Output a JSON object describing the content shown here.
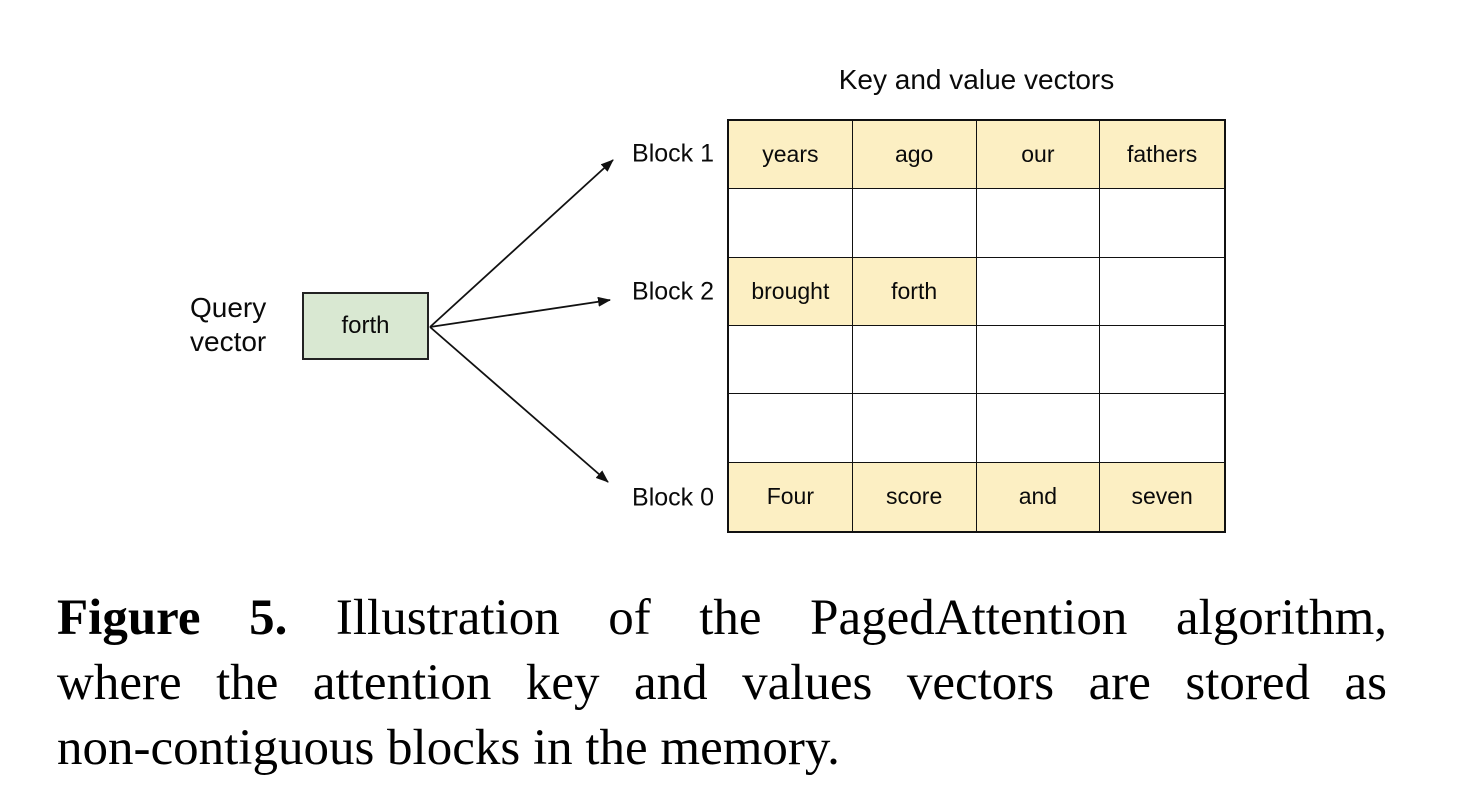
{
  "figure": {
    "title": "Key and value vectors",
    "query": {
      "label_line1": "Query",
      "label_line2": "vector",
      "value": "forth"
    },
    "block_labels": [
      "Block 1",
      "Block 2",
      "Block 0"
    ],
    "grid": {
      "rows": [
        {
          "block": "Block 1",
          "cells": [
            {
              "text": "years",
              "filled": true
            },
            {
              "text": "ago",
              "filled": true
            },
            {
              "text": "our",
              "filled": true
            },
            {
              "text": "fathers",
              "filled": true
            }
          ]
        },
        {
          "block": "",
          "cells": [
            {
              "text": "",
              "filled": false
            },
            {
              "text": "",
              "filled": false
            },
            {
              "text": "",
              "filled": false
            },
            {
              "text": "",
              "filled": false
            }
          ]
        },
        {
          "block": "Block 2",
          "cells": [
            {
              "text": "brought",
              "filled": true
            },
            {
              "text": "forth",
              "filled": true
            },
            {
              "text": "",
              "filled": false
            },
            {
              "text": "",
              "filled": false
            }
          ]
        },
        {
          "block": "",
          "cells": [
            {
              "text": "",
              "filled": false
            },
            {
              "text": "",
              "filled": false
            },
            {
              "text": "",
              "filled": false
            },
            {
              "text": "",
              "filled": false
            }
          ]
        },
        {
          "block": "",
          "cells": [
            {
              "text": "",
              "filled": false
            },
            {
              "text": "",
              "filled": false
            },
            {
              "text": "",
              "filled": false
            },
            {
              "text": "",
              "filled": false
            }
          ]
        },
        {
          "block": "Block 0",
          "cells": [
            {
              "text": "Four",
              "filled": true
            },
            {
              "text": "score",
              "filled": true
            },
            {
              "text": "and",
              "filled": true
            },
            {
              "text": "seven",
              "filled": true
            }
          ]
        }
      ]
    },
    "colors": {
      "cell_fill": "#FCEFC3",
      "query_fill": "#D9E8D2",
      "line": "#111111"
    }
  },
  "caption": {
    "label": "Figure 5.",
    "line1": "Illustration of the PagedAttention algorithm,",
    "line2": "where the attention key and values vectors are stored as",
    "line3": "non-contiguous blocks in the memory."
  }
}
